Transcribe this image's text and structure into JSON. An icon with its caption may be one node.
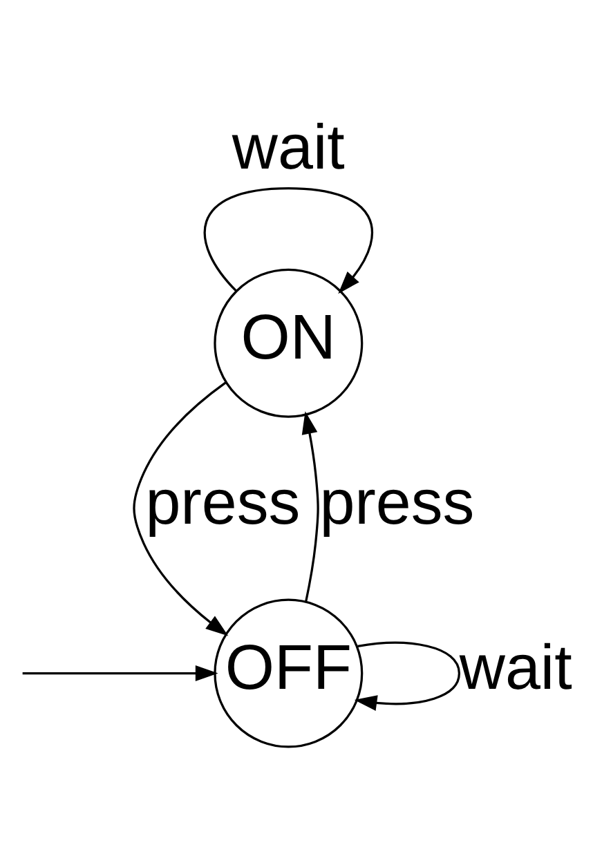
{
  "diagram": {
    "nodes": [
      {
        "text": [
          "ON"
        ]
      },
      {
        "text": [
          "OFF"
        ]
      }
    ],
    "edges": [
      {
        "from": 0,
        "to": 0,
        "arrow": "to",
        "label": "wait"
      },
      {
        "from": 0,
        "to": 1,
        "arrow": "to",
        "label": "press"
      },
      {
        "from": 1,
        "to": 0,
        "arrow": "to",
        "label": "press"
      },
      {
        "from": 1,
        "to": 1,
        "arrow": "to",
        "label": "wait"
      },
      {
        "from": null,
        "to": 1,
        "arrow": "to"
      }
    ]
  }
}
